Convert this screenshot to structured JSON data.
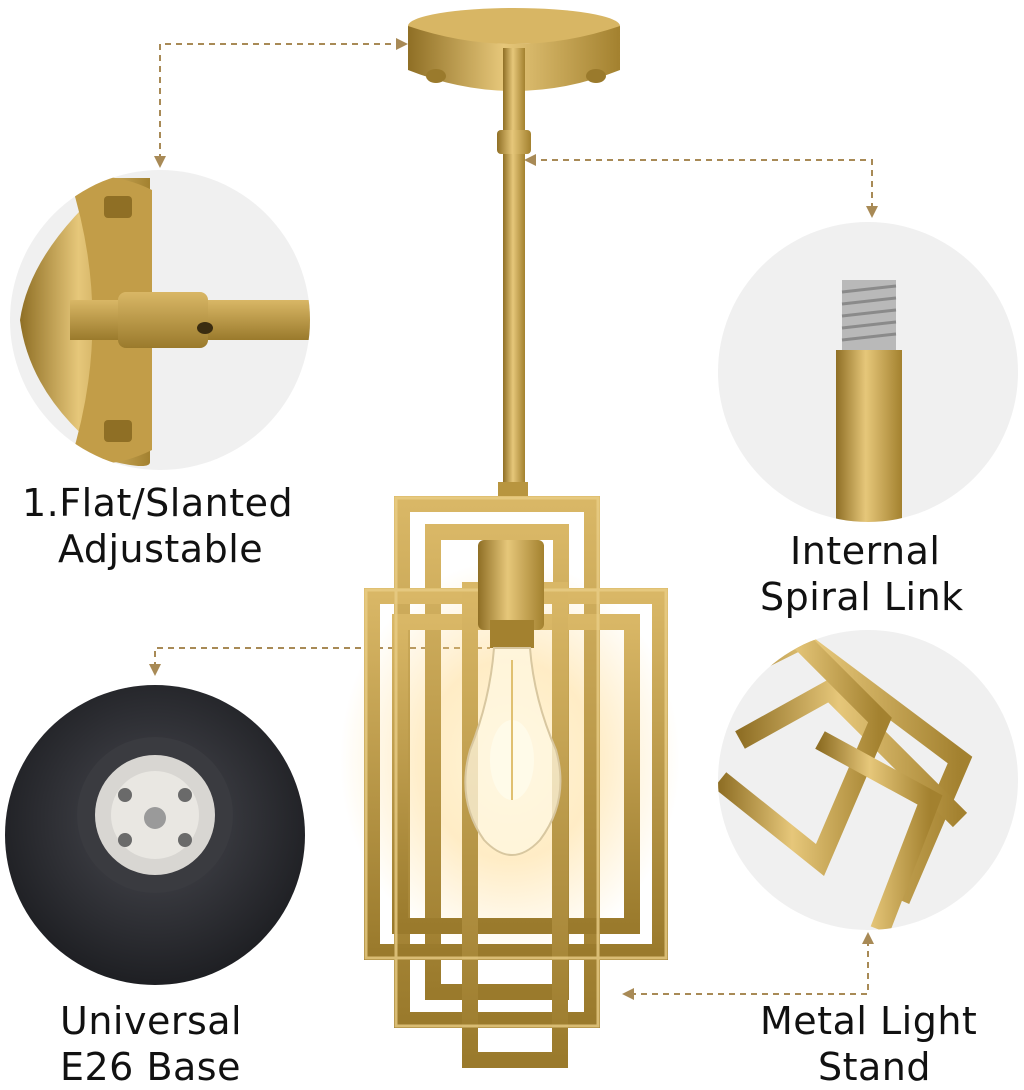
{
  "callouts": {
    "flat_slanted": {
      "line1": "1.Flat/Slanted",
      "line2": "Adjustable"
    },
    "spiral_link": {
      "line1": "Internal",
      "line2": "Spiral Link"
    },
    "e26_base": {
      "line1": "Universal",
      "line2": "E26 Base"
    },
    "metal_stand": {
      "line1": "Metal Light",
      "line2": "Stand"
    }
  },
  "colors": {
    "gold": "#c9a54e",
    "gold_light": "#e6c77a",
    "gold_dark": "#8f6f25",
    "arrow": "#a88a56",
    "circle_bg": "#f0f0f0",
    "socket_dark": "#2f3035"
  }
}
